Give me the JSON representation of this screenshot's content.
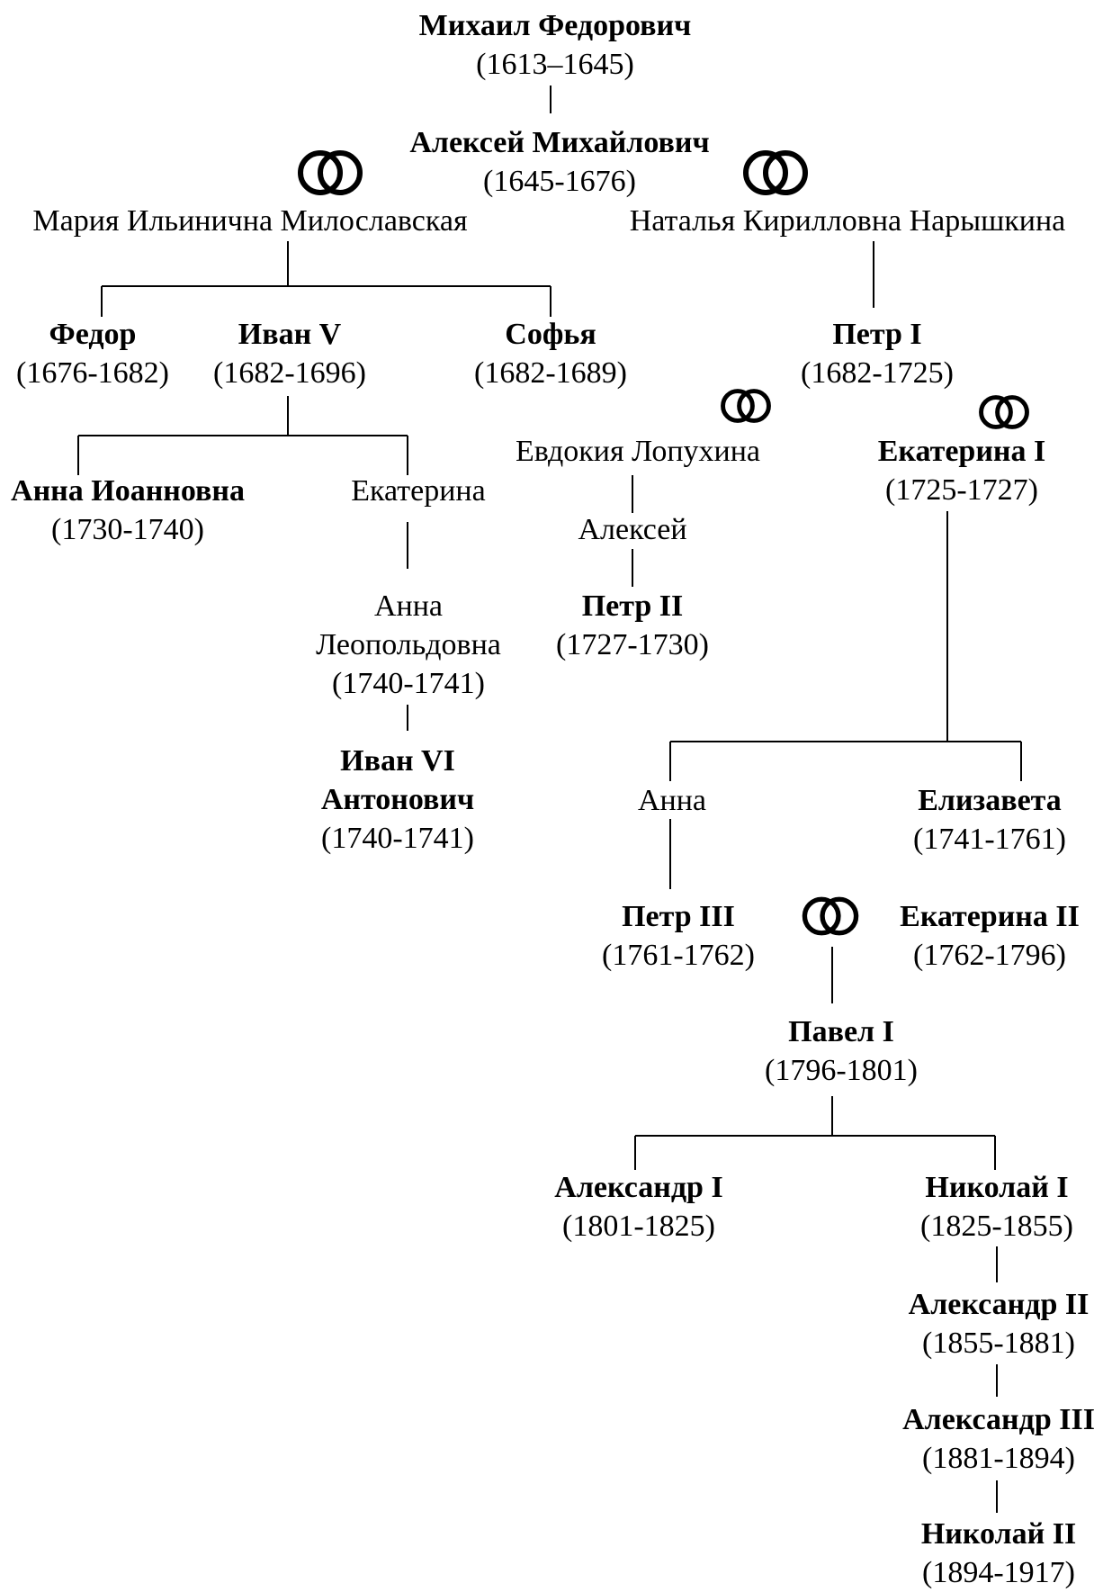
{
  "people": {
    "mikhail": {
      "name": "Михаил Федорович",
      "years": "(1613–1645)"
    },
    "aleksei_m": {
      "name": "Алексей Михайлович",
      "years": "(1645-1676)"
    },
    "maria": {
      "name": "Мария Ильинична Милославская"
    },
    "natalya": {
      "name": "Наталья Кирилловна Нарышкина"
    },
    "fedor": {
      "name": "Федор",
      "years": "(1676-1682)"
    },
    "ivan5": {
      "name": "Иван V",
      "years": "(1682-1696)"
    },
    "sofya": {
      "name": "Софья",
      "years": "(1682-1689)"
    },
    "petr1": {
      "name": "Петр I",
      "years": "(1682-1725)"
    },
    "evdokia": {
      "name": "Евдокия Лопухина"
    },
    "ekaterina1": {
      "name": "Екатерина I",
      "years": "(1725-1727)"
    },
    "anna_ioannovna": {
      "name": "Анна Иоанновна",
      "years": "(1730-1740)"
    },
    "ekaterina_iv": {
      "name": "Екатерина"
    },
    "aleksei_p": {
      "name": "Алексей"
    },
    "petr2": {
      "name": "Петр II",
      "years": "(1727-1730)"
    },
    "anna_leop": {
      "name1": "Анна",
      "name2": "Леопольдовна",
      "years": "(1740-1741)"
    },
    "ivan6": {
      "name1": "Иван VI",
      "name2": "Антонович",
      "years": "(1740-1741)"
    },
    "anna_p": {
      "name": "Анна"
    },
    "elizaveta": {
      "name": "Елизавета",
      "years": "(1741-1761)"
    },
    "petr3": {
      "name": "Петр III",
      "years": "(1761-1762)"
    },
    "ekaterina2": {
      "name": "Екатерина II",
      "years": "(1762-1796)"
    },
    "pavel1": {
      "name": "Павел I",
      "years": "(1796-1801)"
    },
    "aleksandr1": {
      "name": "Александр I",
      "years": "(1801-1825)"
    },
    "nikolai1": {
      "name": "Николай I",
      "years": "(1825-1855)"
    },
    "aleksandr2": {
      "name": "Александр II",
      "years": "(1855-1881)"
    },
    "aleksandr3": {
      "name": "Александр III",
      "years": "(1881-1894)"
    },
    "nikolai2": {
      "name": "Николай II",
      "years": "(1894-1917)"
    }
  },
  "icons": {
    "marriage": "wedding-rings-icon"
  },
  "colors": {
    "line": "#000000",
    "text": "#000000",
    "background": "#ffffff"
  }
}
